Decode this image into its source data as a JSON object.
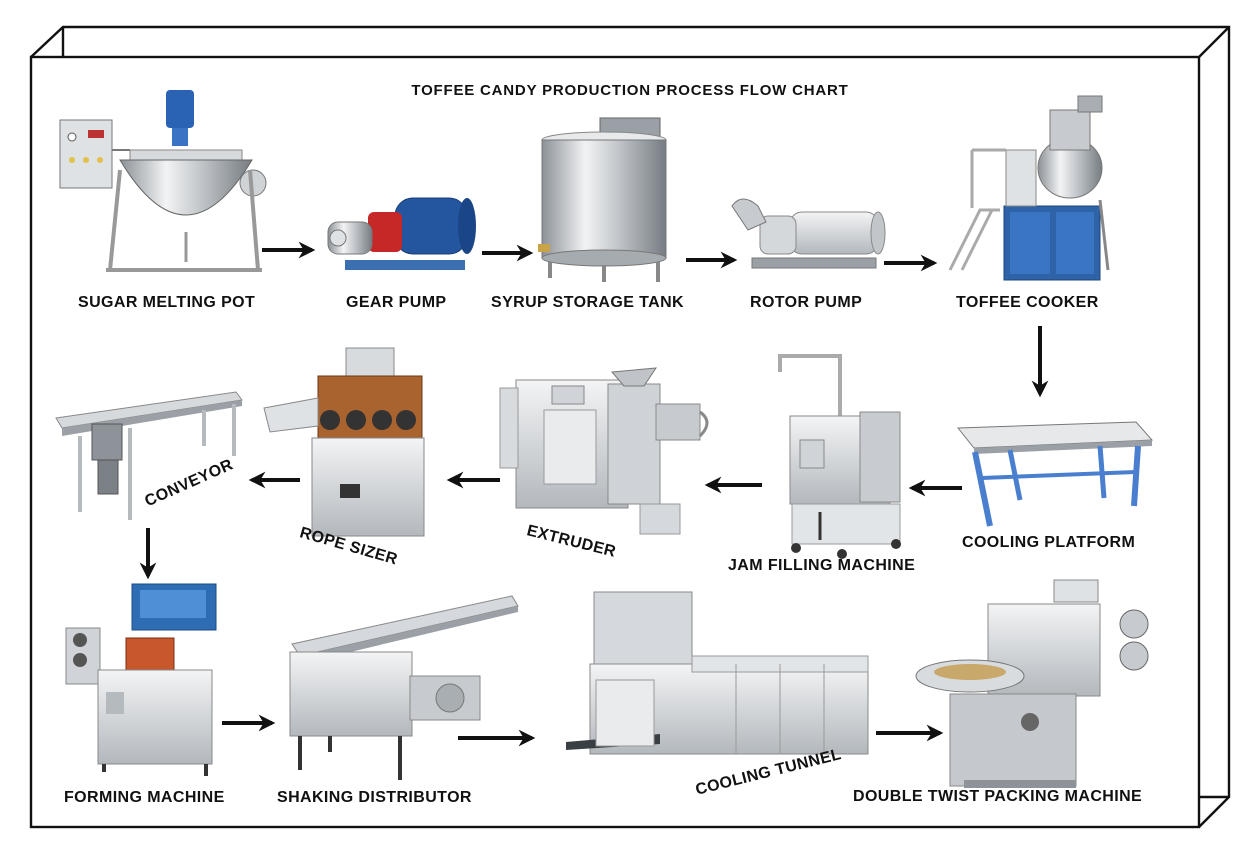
{
  "title": "TOFFEE CANDY PRODUCTION PROCESS FLOW CHART",
  "colors": {
    "frame": "#111111",
    "steel_light": "#e6e8ea",
    "steel_mid": "#b9bec4",
    "steel_dark": "#6f757b",
    "motor_blue": "#1f5fa8",
    "pump_red": "#c62828",
    "copper": "#a8632e",
    "leg_blue": "#4a7fd0",
    "arrow": "#111111"
  },
  "steps": [
    {
      "id": "sugar-melting-pot",
      "label": "SUGAR MELTING POT",
      "icon": "jacketed-kettle-icon"
    },
    {
      "id": "gear-pump",
      "label": "GEAR PUMP",
      "icon": "gear-pump-icon"
    },
    {
      "id": "syrup-storage-tank",
      "label": "SYRUP STORAGE TANK",
      "icon": "storage-tank-icon"
    },
    {
      "id": "rotor-pump",
      "label": "ROTOR PUMP",
      "icon": "rotor-pump-icon"
    },
    {
      "id": "toffee-cooker",
      "label": "TOFFEE COOKER",
      "icon": "cooker-icon"
    },
    {
      "id": "cooling-platform",
      "label": "COOLING PLATFORM",
      "icon": "cooling-table-icon"
    },
    {
      "id": "jam-filling-machine",
      "label": "JAM FILLING MACHINE",
      "icon": "jam-filler-icon"
    },
    {
      "id": "extruder",
      "label": "EXTRUDER",
      "icon": "extruder-icon"
    },
    {
      "id": "rope-sizer",
      "label": "ROPE SIZER",
      "icon": "rope-sizer-icon"
    },
    {
      "id": "conveyor",
      "label": "CONVEYOR",
      "icon": "conveyor-icon"
    },
    {
      "id": "forming-machine",
      "label": "FORMING MACHINE",
      "icon": "forming-machine-icon"
    },
    {
      "id": "shaking-distributor",
      "label": "SHAKING DISTRIBUTOR",
      "icon": "shaking-distributor-icon"
    },
    {
      "id": "cooling-tunnel",
      "label": "COOLING TUNNEL",
      "icon": "cooling-tunnel-icon"
    },
    {
      "id": "double-twist-packing-machine",
      "label": "DOUBLE TWIST PACKING MACHINE",
      "icon": "packing-machine-icon"
    }
  ],
  "edges": [
    {
      "from": "sugar-melting-pot",
      "to": "gear-pump"
    },
    {
      "from": "gear-pump",
      "to": "syrup-storage-tank"
    },
    {
      "from": "syrup-storage-tank",
      "to": "rotor-pump"
    },
    {
      "from": "rotor-pump",
      "to": "toffee-cooker"
    },
    {
      "from": "toffee-cooker",
      "to": "cooling-platform"
    },
    {
      "from": "cooling-platform",
      "to": "jam-filling-machine"
    },
    {
      "from": "jam-filling-machine",
      "to": "extruder"
    },
    {
      "from": "extruder",
      "to": "rope-sizer"
    },
    {
      "from": "rope-sizer",
      "to": "conveyor"
    },
    {
      "from": "conveyor",
      "to": "forming-machine"
    },
    {
      "from": "forming-machine",
      "to": "shaking-distributor"
    },
    {
      "from": "shaking-distributor",
      "to": "cooling-tunnel"
    },
    {
      "from": "cooling-tunnel",
      "to": "double-twist-packing-machine"
    }
  ]
}
